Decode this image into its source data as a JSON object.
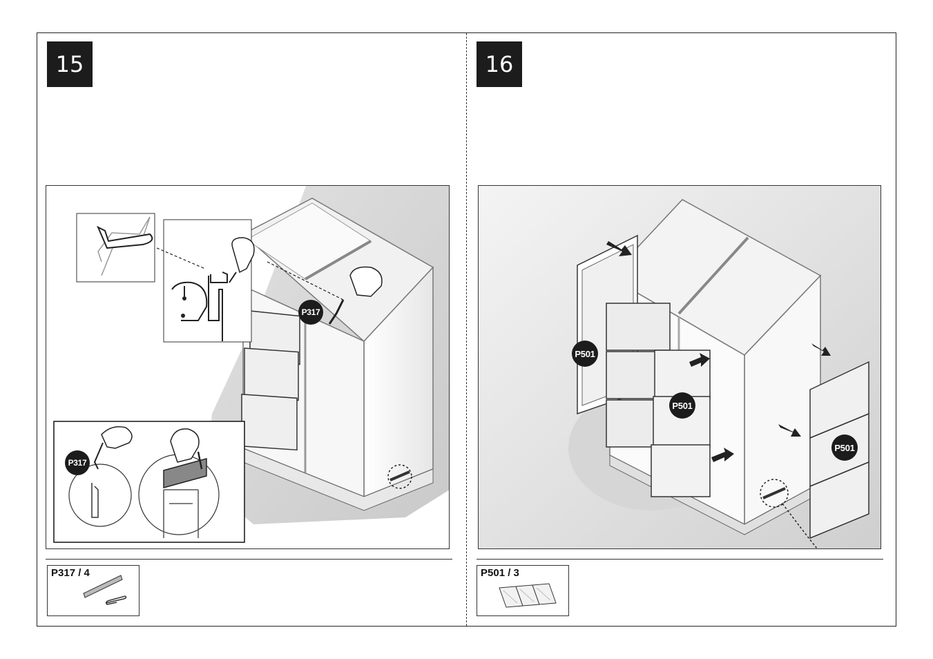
{
  "steps": [
    {
      "number": "15",
      "badges": [
        "P317",
        "P317"
      ],
      "part": {
        "code": "P317 / 4"
      }
    },
    {
      "number": "16",
      "badges": [
        "P501",
        "P501",
        "P501"
      ],
      "part": {
        "code": "P501 / 3"
      }
    }
  ]
}
